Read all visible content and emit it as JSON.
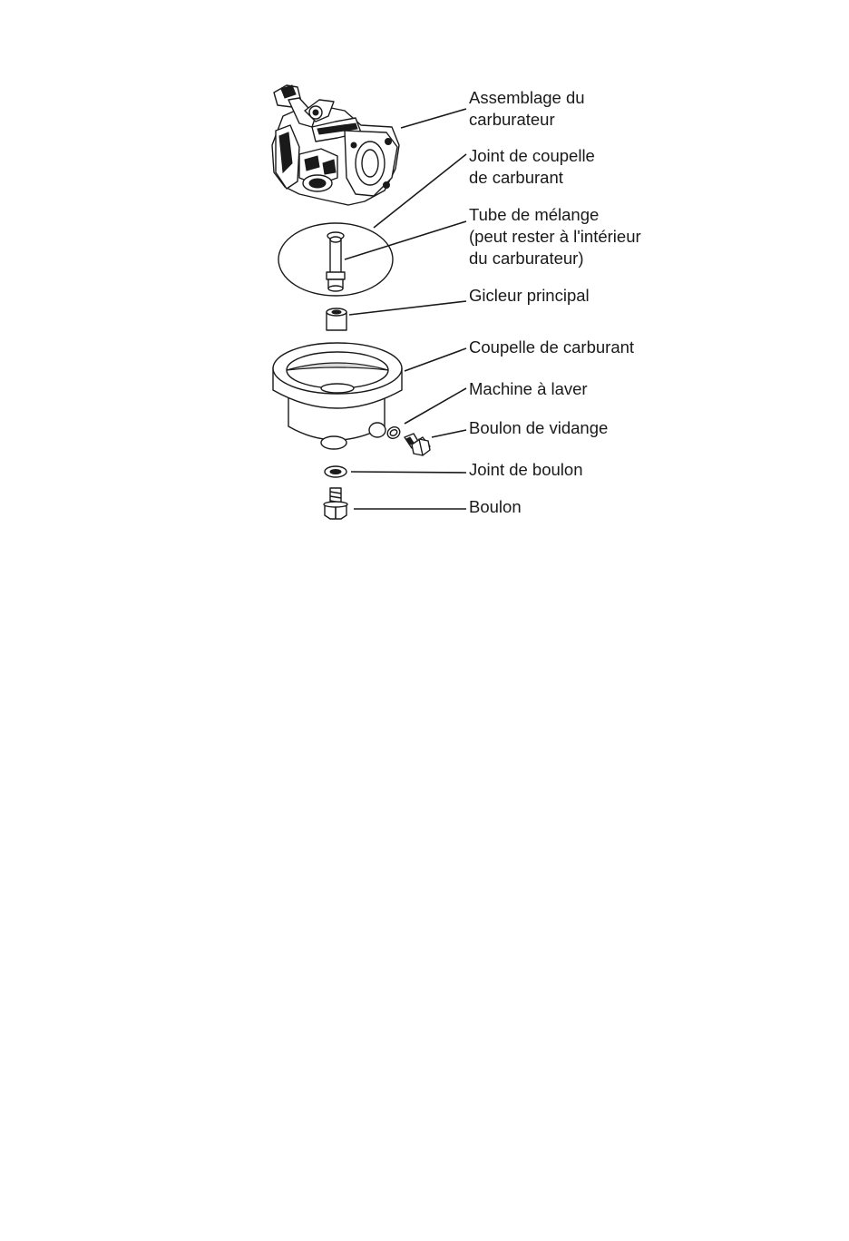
{
  "labels": {
    "carburetor_assembly": "Assemblage du\ncarburateur",
    "fuel_bowl_gasket": "Joint de coupelle\nde carburant",
    "emulsion_tube": "Tube de mélange\n(peut rester à l'intérieur\ndu carburateur)",
    "main_jet": "Gicleur principal",
    "fuel_bowl": "Coupelle de carburant",
    "washer": "Machine à laver",
    "drain_bolt": "Boulon de vidange",
    "bolt_gasket": "Joint de boulon",
    "bolt": "Boulon"
  }
}
